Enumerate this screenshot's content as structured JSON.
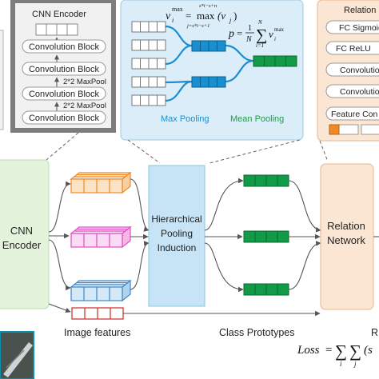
{
  "cnn_panel": {
    "title": "CNN Encoder",
    "blocks": [
      "Convolution Block",
      "Convolution Block",
      "Convolution Block",
      "Convolution Block"
    ],
    "pools": [
      "2*2 MaxPool",
      "2*2 MaxPool"
    ]
  },
  "pooling_panel": {
    "max_label": "Max Pooling",
    "mean_label": "Mean Pooling",
    "formula_max": {
      "lhs": "v",
      "sup": "max",
      "sub": "i",
      "eq": "=",
      "op": "max",
      "over_top": "s*i−s+n",
      "over_bottom": "j=s*i−s+1",
      "arg": "(v",
      "arg_sub": "j",
      "close": ")"
    },
    "formula_mean": {
      "lhs": "p",
      "eq": "=",
      "num": "1",
      "den": "N",
      "sum_top": "N",
      "sum_bottom": "i=1",
      "term": "v",
      "term_sup": "max",
      "term_sub": "i"
    }
  },
  "relation_panel": {
    "title": "Relation",
    "items": [
      "FC Sigmoid",
      "FC ReLU",
      "Convolution",
      "Convolution",
      "Feature Con"
    ]
  },
  "main": {
    "cnn_encoder": [
      "CNN",
      "Encoder"
    ],
    "hierarchical": [
      "Hierarchical",
      "Pooling",
      "Induction"
    ],
    "relation_network": [
      "Relation",
      "Network"
    ],
    "image_features": "Image features",
    "class_prototypes": "Class Prototypes",
    "right_cut": "R"
  },
  "loss": {
    "lhs": "Loss",
    "eq": "=",
    "sub_i": "i",
    "sub_j": "j",
    "rest": "(s"
  },
  "colors": {
    "panel_gray": "#f1f1f1",
    "panel_gray_border": "#b4b4b4",
    "dark_gray": "#7d7d7d",
    "pool_blue": "#dbedf8",
    "cnn_green": "#e4f4dc",
    "hier_blue": "#c6e4f5",
    "relation_peach": "#fbe6d4",
    "orange": "#ee8a28",
    "magenta": "#e04fc5",
    "blue": "#3d89c9",
    "green": "#119a47",
    "red": "#cf3a3a",
    "max_pool_text": "#1a8fcf",
    "mean_pool_text": "#1b9e4a",
    "teal": "#0a8fb0"
  }
}
